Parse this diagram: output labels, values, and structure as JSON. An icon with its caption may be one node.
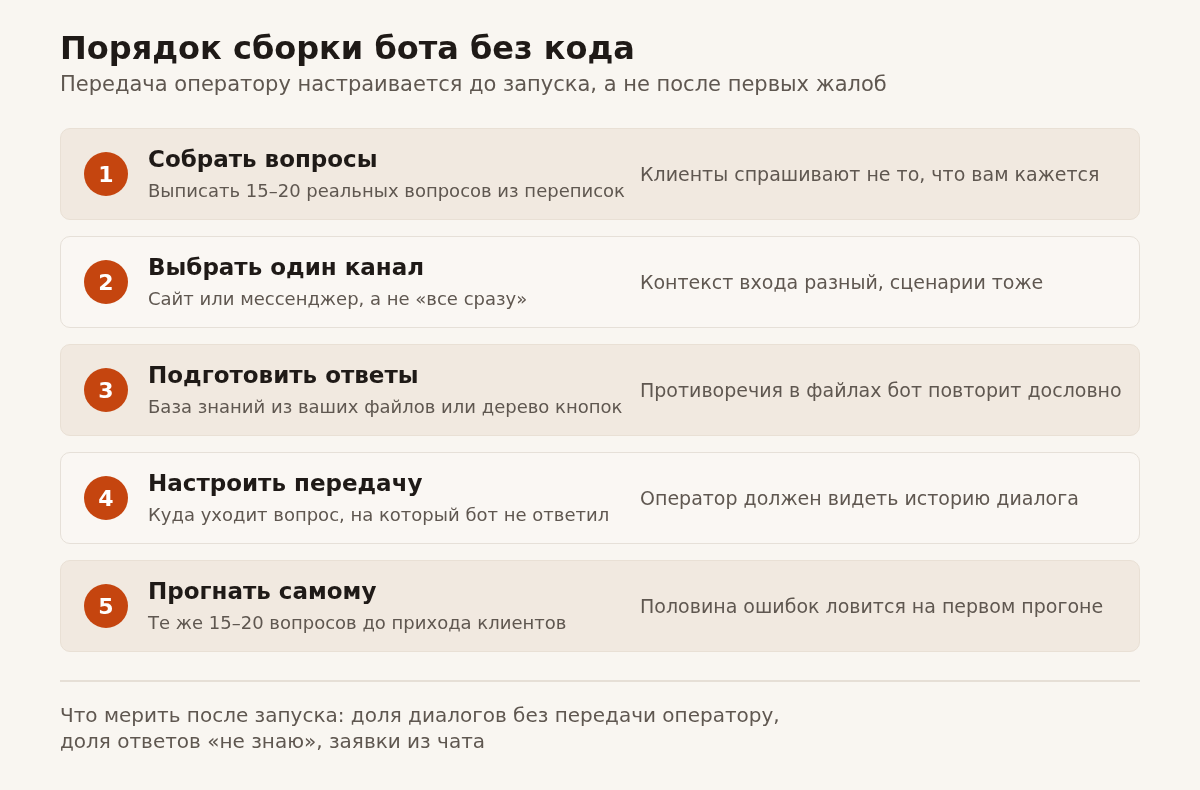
{
  "diagram": {
    "title": "Порядок сборки бота без кода",
    "nodes": [
      {
        "text": [
          "Собрать вопросы",
          "Выписать 15–20 реальных вопросов из переписок",
          "Клиенты спрашивают не то, что вам кажется"
        ]
      },
      {
        "text": [
          "1"
        ],
        "in": 0
      },
      {
        "text": [
          "Выбрать один канал",
          "Сайт или мессенджер, а не «все сразу»",
          "Контекст входа разный, сценарии тоже"
        ]
      },
      {
        "text": [
          "2"
        ],
        "in": 2
      },
      {
        "text": [
          "Подготовить ответы",
          "База знаний из ваших файлов или дерево кнопок",
          "Противоречия в файлах бот повторит дословно"
        ]
      },
      {
        "text": [
          "3"
        ],
        "in": 4
      },
      {
        "text": [
          "Настроить передачу",
          "Куда уходит вопрос, на который бот не ответил",
          "Оператор должен видеть историю диалога"
        ]
      },
      {
        "text": [
          "4"
        ],
        "in": 6
      },
      {
        "text": [
          "Прогнать самому",
          "Те же 15–20 вопросов до прихода клиентов",
          "Половина ошибок ловится на первом прогоне"
        ]
      },
      {
        "text": [
          "5"
        ],
        "in": 8
      }
    ],
    "labels": [
      "Передача оператору настраивается до запуска, а не после первых жалоб",
      "Что мерить после запуска: доля диалогов без передачи оператору, доля ответов «не знаю», заявки из чата"
    ]
  }
}
